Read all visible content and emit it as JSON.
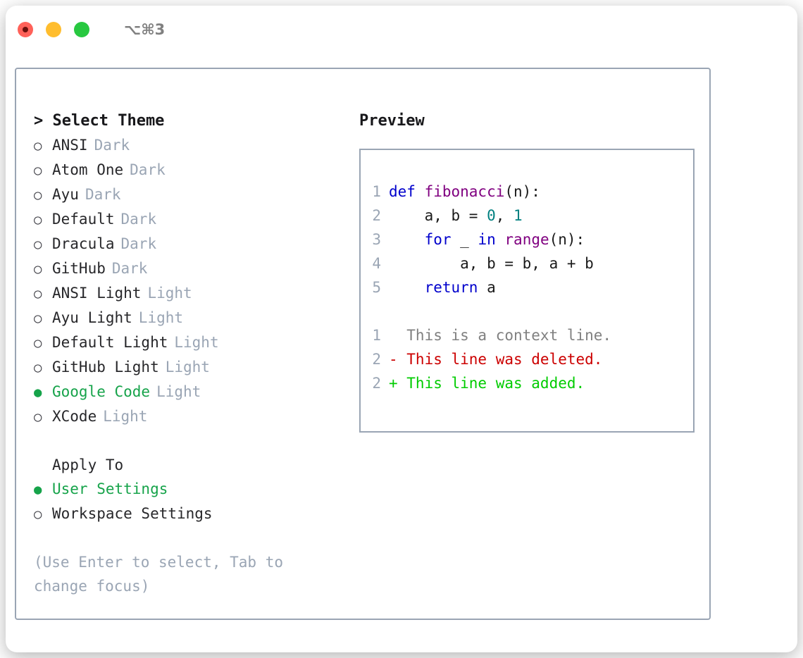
{
  "window": {
    "shortcut": "⌥⌘3",
    "traffic_lights": [
      "close-button",
      "minimize-button",
      "maximize-button"
    ],
    "colors": {
      "close": "#ff6159",
      "minimize": "#ffbd2e",
      "maximize": "#28c840",
      "border": "#9aa5b4",
      "accent_green": "#16a34a"
    }
  },
  "theme_picker": {
    "header": "> Select Theme",
    "marker_off": "○",
    "marker_on": "●",
    "themes": [
      {
        "name": "ANSI",
        "variant": "Dark",
        "selected": false
      },
      {
        "name": "Atom One",
        "variant": "Dark",
        "selected": false
      },
      {
        "name": "Ayu",
        "variant": "Dark",
        "selected": false
      },
      {
        "name": "Default",
        "variant": "Dark",
        "selected": false
      },
      {
        "name": "Dracula",
        "variant": "Dark",
        "selected": false
      },
      {
        "name": "GitHub",
        "variant": "Dark",
        "selected": false
      },
      {
        "name": "ANSI Light",
        "variant": "Light",
        "selected": false
      },
      {
        "name": "Ayu Light",
        "variant": "Light",
        "selected": false
      },
      {
        "name": "Default Light",
        "variant": "Light",
        "selected": false
      },
      {
        "name": "GitHub Light",
        "variant": "Light",
        "selected": false
      },
      {
        "name": "Google Code",
        "variant": "Light",
        "selected": true
      },
      {
        "name": "XCode",
        "variant": "Light",
        "selected": false
      }
    ]
  },
  "apply_to": {
    "header": "Apply To",
    "options": [
      {
        "name": "User Settings",
        "selected": true
      },
      {
        "name": "Workspace Settings",
        "selected": false
      }
    ]
  },
  "hint": "(Use Enter to select, Tab to change focus)",
  "preview": {
    "title": "Preview",
    "code_lines": [
      {
        "lineno": "1",
        "tokens": [
          {
            "text": "def ",
            "kind": "kw"
          },
          {
            "text": "fibonacci",
            "kind": "fn"
          },
          {
            "text": "(n):",
            "kind": "pln"
          }
        ]
      },
      {
        "lineno": "2",
        "tokens": [
          {
            "text": "    a, b = ",
            "kind": "pln"
          },
          {
            "text": "0",
            "kind": "num"
          },
          {
            "text": ", ",
            "kind": "pln"
          },
          {
            "text": "1",
            "kind": "num"
          }
        ]
      },
      {
        "lineno": "3",
        "tokens": [
          {
            "text": "    ",
            "kind": "pln"
          },
          {
            "text": "for",
            "kind": "kw"
          },
          {
            "text": " _ ",
            "kind": "pln"
          },
          {
            "text": "in",
            "kind": "kw"
          },
          {
            "text": " ",
            "kind": "pln"
          },
          {
            "text": "range",
            "kind": "fn"
          },
          {
            "text": "(n):",
            "kind": "pln"
          }
        ]
      },
      {
        "lineno": "4",
        "tokens": [
          {
            "text": "        a, b = b, a + b",
            "kind": "pln"
          }
        ]
      },
      {
        "lineno": "5",
        "tokens": [
          {
            "text": "    ",
            "kind": "pln"
          },
          {
            "text": "return",
            "kind": "kw"
          },
          {
            "text": " a",
            "kind": "pln"
          }
        ]
      }
    ],
    "diff_lines": [
      {
        "lineno": "1",
        "tokens": [
          {
            "text": "  This is a context line.",
            "kind": "ctx"
          }
        ]
      },
      {
        "lineno": "2",
        "tokens": [
          {
            "text": "- This line was deleted.",
            "kind": "del"
          }
        ]
      },
      {
        "lineno": "2",
        "tokens": [
          {
            "text": "+ This line was added.",
            "kind": "add"
          }
        ]
      }
    ]
  }
}
